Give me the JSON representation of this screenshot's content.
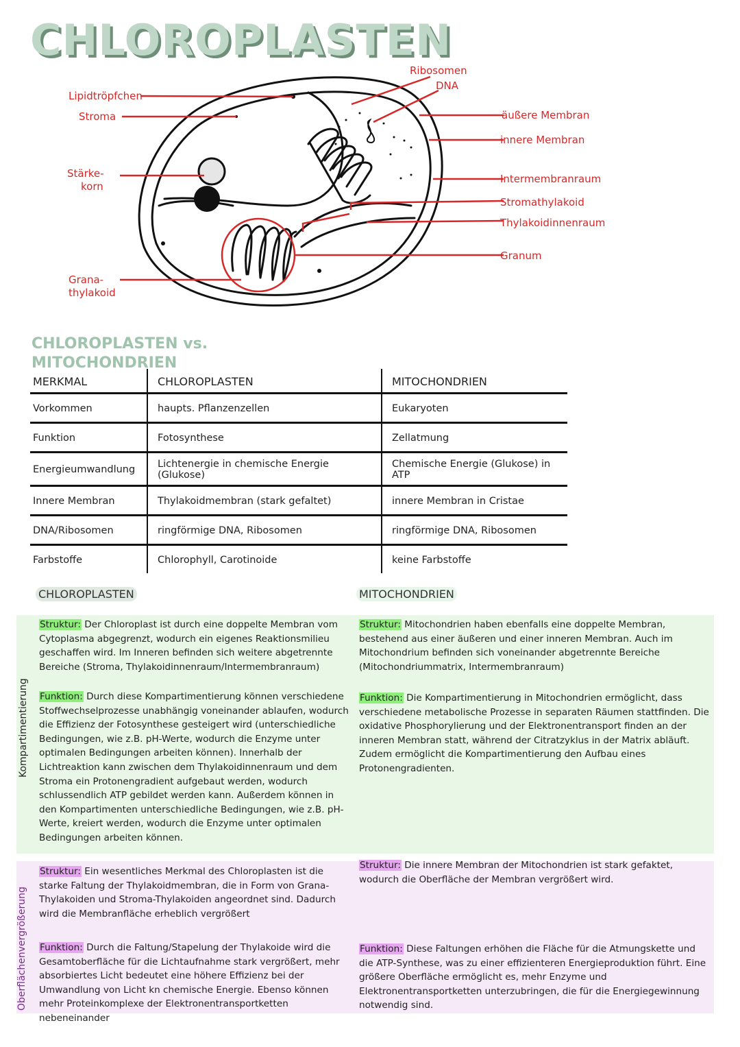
{
  "title": "CHLOROPLASTEN",
  "diagram": {
    "labels_left": [
      "Lipidtröpfchen",
      "Stroma",
      "Stärke-",
      "korn",
      "Grana-",
      "thylakoid"
    ],
    "labels_right": [
      "Ribosomen",
      "DNA",
      "äußere Membran",
      "innere Membran",
      "Intermembranraum",
      "Stromathylakoid",
      "Thylakoidinnenraum",
      "Granum"
    ],
    "stroke_color": "#111111",
    "label_color": "#d62828"
  },
  "comparison": {
    "title_line1": "CHLOROPLASTEN vs.",
    "title_line2": "MITOCHONDRIEN",
    "headers": [
      "MERKMAL",
      "CHLOROPLASTEN",
      "MITOCHONDRIEN"
    ],
    "rows": [
      [
        "Vorkommen",
        "haupts. Pflanzenzellen",
        "Eukaryoten"
      ],
      [
        "Funktion",
        "Fotosynthese",
        "Zellatmung"
      ],
      [
        "Energieumwandlung",
        "Lichtenergie in chemische Energie (Glukose)",
        "Chemische Energie (Glukose) in ATP"
      ],
      [
        "Innere Membran",
        "Thylakoidmembran (stark gefaltet)",
        "innere Membran in Cristae"
      ],
      [
        "DNA/Ribosomen",
        "ringförmige DNA, Ribosomen",
        "ringförmige DNA, Ribosomen"
      ],
      [
        "Farbstoffe",
        "Chlorophyll, Carotinoide",
        "keine Farbstoffe"
      ]
    ]
  },
  "details": {
    "col_chloro": "CHLOROPLASTEN",
    "col_mito": "MITOCHONDRIEN",
    "struktur_label": "Struktur:",
    "funktion_label": "Funktion:",
    "kompartimentierung": {
      "label": "Kompartimentierung",
      "chloro_struktur": "Der Chloroplast ist durch eine doppelte Membran vom Cytoplasma abgegrenzt, wodurch ein eigenes Reaktionsmilieu geschaffen wird. Im Inneren befinden sich weitere abgetrennte Bereiche (Stroma, Thylakoidinnenraum/Intermembranraum)",
      "chloro_funktion": "Durch diese Kompartimentierung können verschiedene Stoffwechselprozesse unabhängig voneinander ablaufen, wodurch die Effizienz der Fotosynthese gesteigert wird (unterschiedliche Bedingungen, wie z.B. pH-Werte, wodurch die Enzyme unter optimalen Bedingungen arbeiten können). Innerhalb der Lichtreaktion kann zwischen dem Thylakoidinnenraum und dem Stroma ein Protonengradient aufgebaut werden, wodurch schlussendlich ATP gebildet werden kann. Außerdem können in den Kompartimenten unterschiedliche Bedingungen, wie z.B. pH-Werte, kreiert werden, wodurch die Enzyme unter optimalen Bedingungen arbeiten können.",
      "mito_struktur": "Mitochondrien haben ebenfalls eine doppelte Membran, bestehend aus einer äußeren und einer inneren Membran. Auch im Mitochondrium befinden sich voneinander abgetrennte Bereiche (Mitochondriummatrix, Intermembranraum)",
      "mito_funktion": "Die Kompartimentierung in Mitochondrien ermöglicht, dass verschiedene metabolische Prozesse in separaten Räumen stattfinden. Die oxidative Phosphorylierung und der Elektronentransport finden an der inneren Membran statt, während der Citratzyklus in der Matrix abläuft. Zudem ermöglicht die Kompartimentierung den Aufbau eines Protonengradienten."
    },
    "oberflaeche": {
      "label": "Oberflächenvergrößerung",
      "chloro_struktur": "Ein wesentliches Merkmal des Chloroplasten ist die starke Faltung der Thylakoidmembran, die in Form von Grana-Thylakoiden und Stroma-Thylakoiden angeordnet sind. Dadurch wird die Membranfläche erheblich vergrößert",
      "chloro_funktion": "Durch die Faltung/Stapelung der Thylakoide wird die Gesamtoberfläche für die Lichtaufnahme stark vergrößert, mehr absorbiertes Licht bedeutet eine höhere Effizienz bei der Umwandlung von Licht kn chemische Energie. Ebenso können mehr Proteinkomplexe der Elektronentransportketten nebeneinander",
      "mito_struktur": "Die innere Membran der Mitochondrien ist stark gefaktet, wodurch die Oberfläche der Membran vergrößert wird.",
      "mito_funktion": "Diese Faltungen erhöhen die Fläche für die Atmungskette und die ATP-Synthese, was zu einer effizienteren Energieproduktion führt. Eine größere Oberfläche ermöglicht es, mehr Enzyme und Elektronentransportketten unterzubringen, die für die Energiegewinnung notwendig sind."
    },
    "colors": {
      "green_bg": "#e9f8e6",
      "purple_bg": "#f6eaf8",
      "green_hl": "#8ef07a",
      "purple_hl": "#e6a6ef",
      "green_header": "#dfe9e2",
      "purple_header": "#e8f5ea"
    }
  }
}
